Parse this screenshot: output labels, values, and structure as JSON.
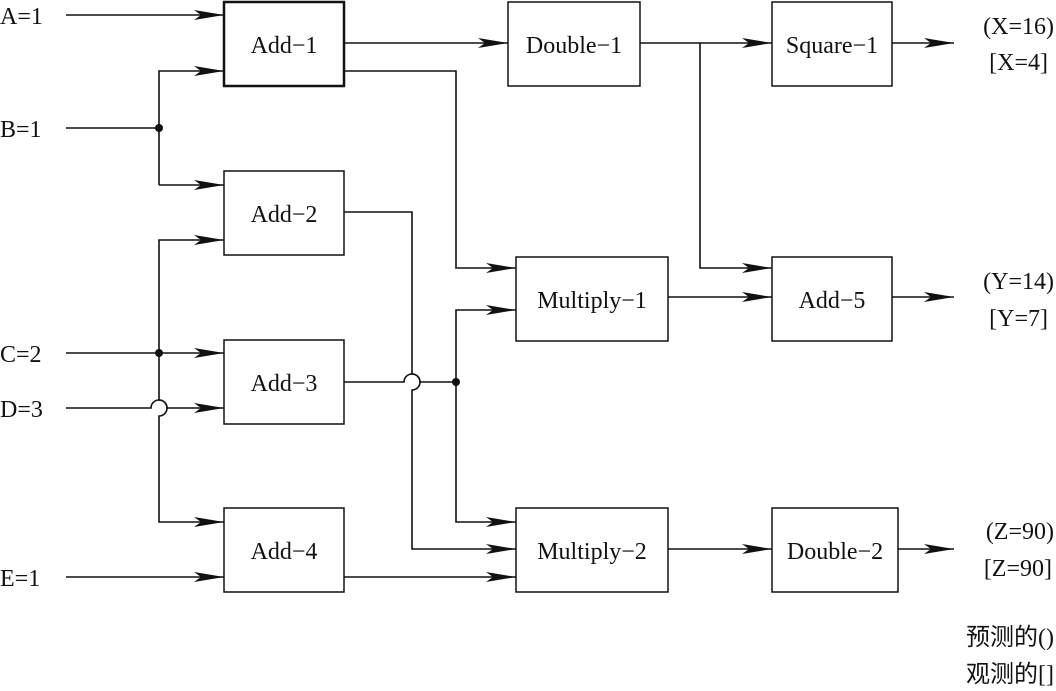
{
  "inputs": {
    "a": "A=1",
    "b": "B=1",
    "c": "C=2",
    "d": "D=3",
    "e": "E=1"
  },
  "blocks": {
    "add1": "Add−1",
    "add2": "Add−2",
    "add3": "Add−3",
    "add4": "Add−4",
    "add5": "Add−5",
    "double1": "Double−1",
    "double2": "Double−2",
    "square1": "Square−1",
    "multiply1": "Multiply−1",
    "multiply2": "Multiply−2"
  },
  "outputs": {
    "x_predicted": "(X=16)",
    "x_observed": "[X=4]",
    "y_predicted": "(Y=14)",
    "y_observed": "[Y=7]",
    "z_predicted": "(Z=90)",
    "z_observed": "[Z=90]"
  },
  "legend": {
    "predicted": "预测的()",
    "observed": "观测的[]"
  },
  "colors": {
    "stroke": "#111111",
    "background": "#ffffff"
  }
}
